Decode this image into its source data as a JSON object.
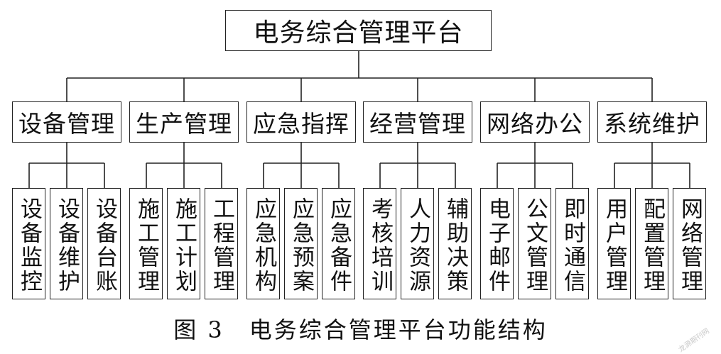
{
  "root": {
    "label": "电务综合管理平台"
  },
  "modules": [
    {
      "label": "设备管理",
      "children": [
        "设备监控",
        "设备维护",
        "设备台账"
      ]
    },
    {
      "label": "生产管理",
      "children": [
        "施工管理",
        "施工计划",
        "工程管理"
      ]
    },
    {
      "label": "应急指挥",
      "children": [
        "应急机构",
        "应急预案",
        "应急备件"
      ]
    },
    {
      "label": "经营管理",
      "children": [
        "考核培训",
        "人力资源",
        "辅助决策"
      ]
    },
    {
      "label": "网络办公",
      "children": [
        "电子邮件",
        "公文管理",
        "即时通信"
      ]
    },
    {
      "label": "系统维护",
      "children": [
        "用户管理",
        "配置管理",
        "网络管理"
      ]
    }
  ],
  "caption": "图 3　电务综合管理平台功能结构",
  "watermark": "龙源期刊网"
}
